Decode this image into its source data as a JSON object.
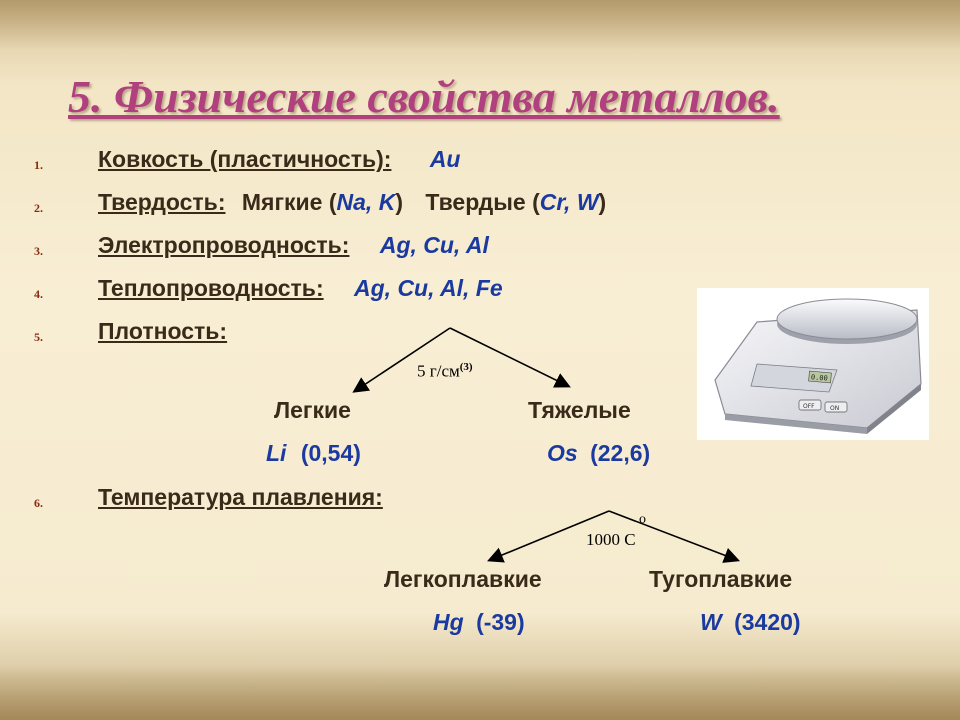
{
  "title": "5. Физические свойства металлов.",
  "items": [
    {
      "num": "1.",
      "label": "Ковкость (пластичность):",
      "value": "Au"
    },
    {
      "num": "2.",
      "label": "Твердость:",
      "soft_label": "Мягкие (",
      "soft_values": "Na, K",
      "soft_close": ")",
      "hard_label": "Твердые (",
      "hard_values": "Cr, W",
      "hard_close": ")"
    },
    {
      "num": "3.",
      "label": "Электропроводность:",
      "value": "Ag, Cu, Al"
    },
    {
      "num": "4.",
      "label": "Теплопроводность:",
      "value": "Ag, Cu, Al, Fe"
    },
    {
      "num": "5.",
      "label": "Плотность:"
    },
    {
      "num": "6.",
      "label": "Температура плавления:"
    }
  ],
  "density": {
    "threshold": "5 г/см",
    "threshold_sup": "(3)",
    "light_label": "Легкие",
    "heavy_label": "Тяжелые",
    "light_example": "Li",
    "light_value": "(0,54)",
    "heavy_example": "Os",
    "heavy_value": "(22,6)"
  },
  "melting": {
    "threshold": "1000 С",
    "degree": "о",
    "low_label": "Легкоплавкие",
    "high_label": "Тугоплавкие",
    "low_example": "Hg",
    "low_value": "(-39)",
    "high_example": "W",
    "high_value": "(3420)"
  },
  "scale_display": "0.00",
  "colors": {
    "title": "#b0407e",
    "text": "#3a2a1a",
    "chem": "#1a3aa0",
    "number": "#8a2c10"
  }
}
